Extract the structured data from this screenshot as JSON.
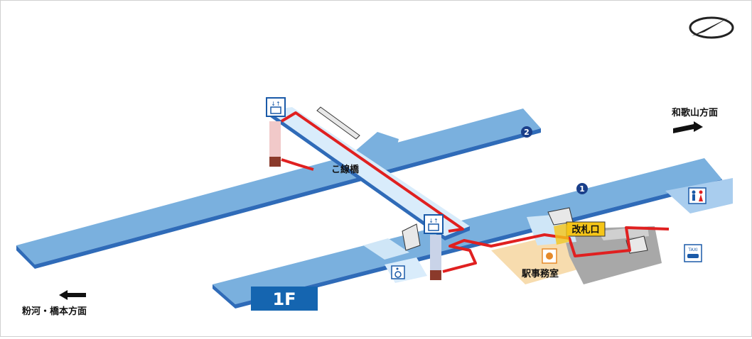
{
  "labels": {
    "bridge": "こ線橋",
    "platform_1": "1",
    "platform_2": "2",
    "direction_wakayama": "和歌山方面",
    "direction_kokawa": "粉河・橋本方面",
    "ticket_gate": "改札口",
    "station_office": "駅事務室",
    "floor": "1F",
    "taxi": "TAXI"
  },
  "colors": {
    "platform": "#7ab0de",
    "platform_edge": "#2f6bb8",
    "bridge": "#d9ecfb",
    "route": "#e02020",
    "concourse": "#a8a8a8",
    "office": "#f7dcae",
    "floor_badge": "#1565b0",
    "gate_label": "#f5c518"
  },
  "icons": [
    "north-arrow-icon",
    "elevator-icon",
    "elevator-icon",
    "toilet-icon",
    "taxi-icon",
    "wheelchair-icon",
    "stamp-icon",
    "stairs-icon"
  ]
}
